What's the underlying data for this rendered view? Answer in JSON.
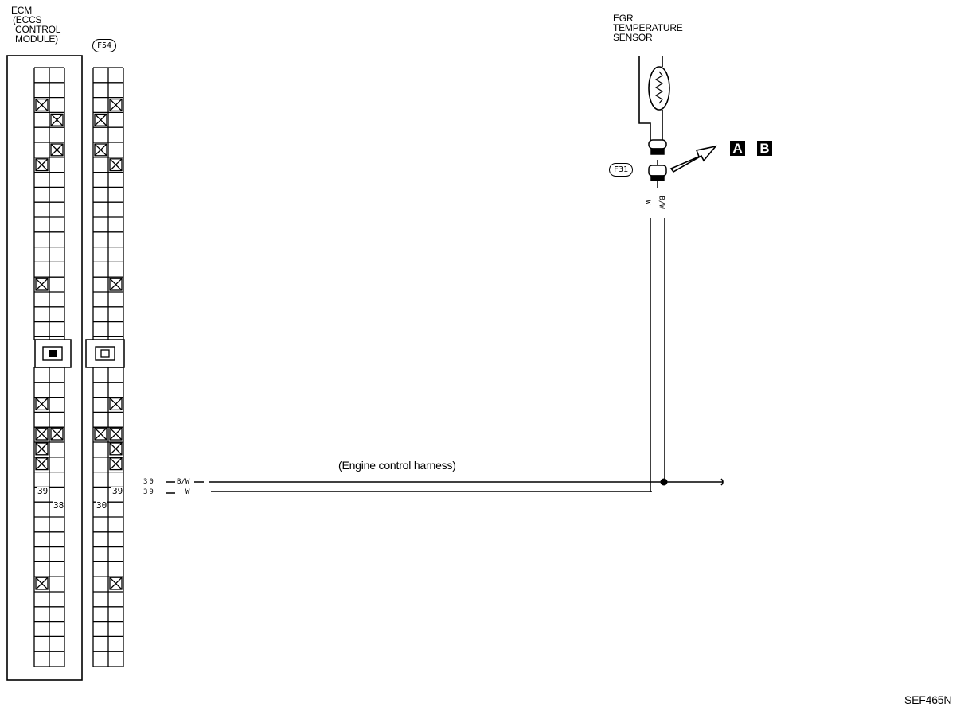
{
  "ecm": {
    "line1": "ECM",
    "line2": "(ECCS",
    "line3": "CONTROL",
    "line4": "MODULE)"
  },
  "connectors": {
    "f54": "F54",
    "f31": "F31"
  },
  "sensor": {
    "line1": "EGR",
    "line2": "TEMPERATURE",
    "line3": "SENSOR"
  },
  "refs": {
    "a": "A",
    "b": "B"
  },
  "harness_label": "(Engine control harness)",
  "wires": {
    "row1_pin": "30",
    "row1_color": "B/W",
    "row2_pin": "39",
    "row2_color": "W",
    "sensor_left_color": "W",
    "sensor_right_color": "B/W"
  },
  "pins": {
    "ecm_39": "39",
    "ecm_38": "38",
    "f54_30": "30",
    "f54_39": "39"
  },
  "figure_code": "SEF465N"
}
